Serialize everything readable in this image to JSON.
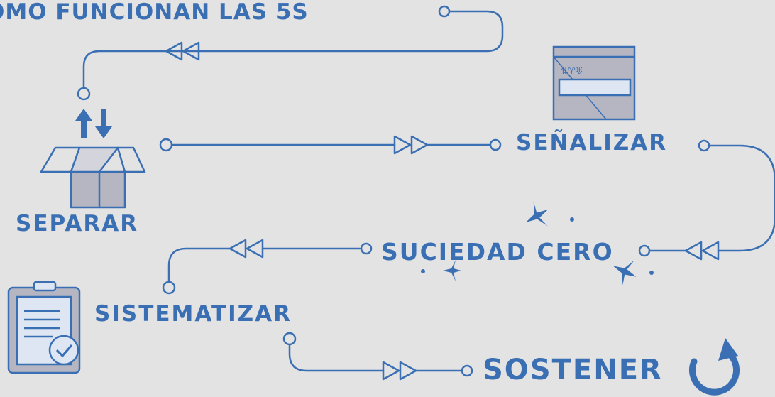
{
  "title": "OMO FUNCIONAN LAS 5S",
  "steps": {
    "separar": "SEPARAR",
    "senalizar": "SEÑALIZAR",
    "suciedad_cero": "SUCIEDAD CERO",
    "sistematizar": "SISTEMATIZAR",
    "sostener": "SOSTENER"
  },
  "colors": {
    "background": "#e3e3e3",
    "accent": "#3a6fb4",
    "icon_fill": "#b6b6c2"
  },
  "icons": [
    "up-down-arrows-icon",
    "open-box-icon",
    "shipping-box-icon",
    "sparkle-icon",
    "clipboard-check-icon",
    "refresh-icon"
  ]
}
